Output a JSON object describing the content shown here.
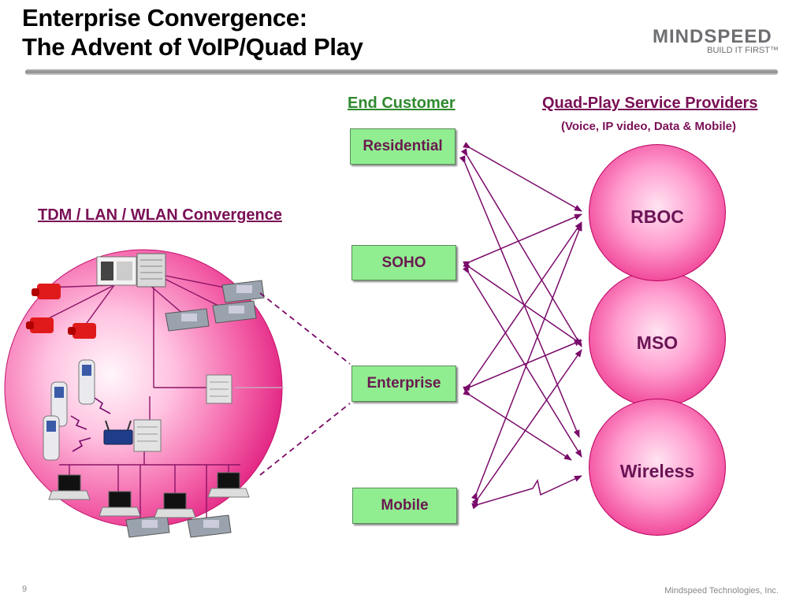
{
  "slide": {
    "title_line1": "Enterprise Convergence:",
    "title_line2": "The Advent of VoIP/Quad Play",
    "page_number": "9",
    "footer": "Mindspeed Technologies, Inc."
  },
  "logo": {
    "word": "MINDSPEED",
    "tagline": "BUILD IT FIRST™"
  },
  "left": {
    "heading": "TDM / LAN / WLAN Convergence"
  },
  "end_customer": {
    "heading": "End Customer",
    "items": [
      "Residential",
      "SOHO",
      "Enterprise",
      "Mobile"
    ]
  },
  "providers": {
    "heading": "Quad-Play Service Providers",
    "subheading": "(Voice, IP video, Data & Mobile)",
    "items": [
      "RBOC",
      "MSO",
      "Wireless"
    ]
  },
  "colors": {
    "heading_green": "#2f8a2f",
    "heading_purple": "#7a0f56",
    "arrow": "#7a0a6a",
    "box_fill": "#90ee90",
    "circle_pink": "#ef3d93"
  },
  "icons": [
    "desk-phone-icon",
    "red-phone-icon",
    "server-icon",
    "pbx-icon",
    "cell-phone-icon",
    "wireless-router-icon",
    "laptop-icon"
  ]
}
